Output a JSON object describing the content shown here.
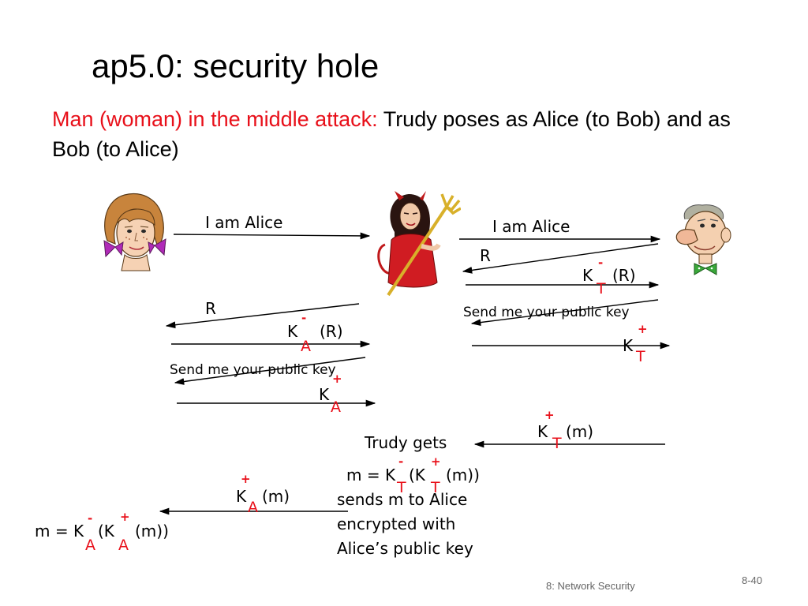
{
  "slide": {
    "title": "ap5.0: security hole",
    "subtitle_red": "Man (woman) in the middle attack:",
    "subtitle_rest": " Trudy poses as Alice (to Bob) and as Bob (to Alice)",
    "footer": "8: Network Security",
    "page_number": "8-40"
  },
  "characters": {
    "alice": "alice-cartoon",
    "trudy": "trudy-devil-cartoon",
    "bob": "bob-cartoon"
  },
  "messages": {
    "alice_i_am_alice": "I am Alice",
    "trudy_i_am_alice": "I am Alice",
    "bob_r": "R",
    "trudy_kt_k": "K",
    "trudy_kt_minus": "-",
    "trudy_kt_t": "T",
    "trudy_kt_r": "(R)",
    "trudy_send_key": "Send me your public key",
    "bob_kt_k": "K",
    "bob_kt_plus": "+",
    "bob_kt_t": "T",
    "trudy_r": "R",
    "alice_ka_k": "K",
    "alice_ka_minus": "-",
    "alice_ka_a": "A",
    "alice_ka_r": "(R)",
    "alice_send_key": "Send me your public key",
    "alice_kplus_k": "K",
    "alice_kplus_plus": "+",
    "alice_kplus_a": "A",
    "bob_ktm_k": "K",
    "bob_ktm_plus": "+",
    "bob_ktm_t": "T",
    "bob_ktm_m": "(m)",
    "trudy_gets": "Trudy gets",
    "trudy_m_prefix": "m = K",
    "trudy_m_minus": "-",
    "trudy_m_t1": "T",
    "trudy_m_mid": "(K",
    "trudy_m_plus": "+",
    "trudy_m_t2": "T",
    "trudy_m_suffix": "(m))",
    "trudy_sends_1": "sends m to Alice",
    "trudy_sends_2": "encrypted with",
    "trudy_sends_3": "Alice’s public key",
    "trudy_kam_k": "K",
    "trudy_kam_plus": "+",
    "trudy_kam_a": "A",
    "trudy_kam_m": "(m)",
    "alice_m_prefix": "m = K",
    "alice_m_minus": "-",
    "alice_m_a1": "A",
    "alice_m_mid": "(K",
    "alice_m_plus": "+",
    "alice_m_a2": "A",
    "alice_m_suffix": "(m))"
  }
}
